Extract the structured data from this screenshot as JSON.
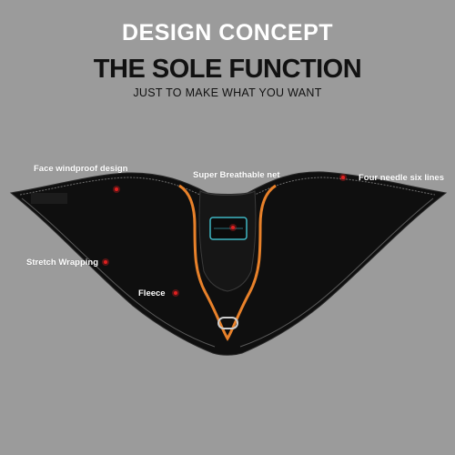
{
  "header": {
    "title": "DESIGN CONCEPT",
    "subtitle": "THE SOLE FUNCTION",
    "tagline": "JUST TO MAKE WHAT YOU WANT"
  },
  "callouts": [
    {
      "label": "Face windproof design"
    },
    {
      "label": "Super Breathable net"
    },
    {
      "label": "Four needle six lines"
    },
    {
      "label": "Stretch Wrapping"
    },
    {
      "label": "Fleece"
    }
  ],
  "colors": {
    "background": "#9b9b9b",
    "mask_body": "#0f0f0f",
    "accent_trim": "#e8812a",
    "vent_mesh": "#3fb7c4",
    "marker": "#e02020"
  }
}
